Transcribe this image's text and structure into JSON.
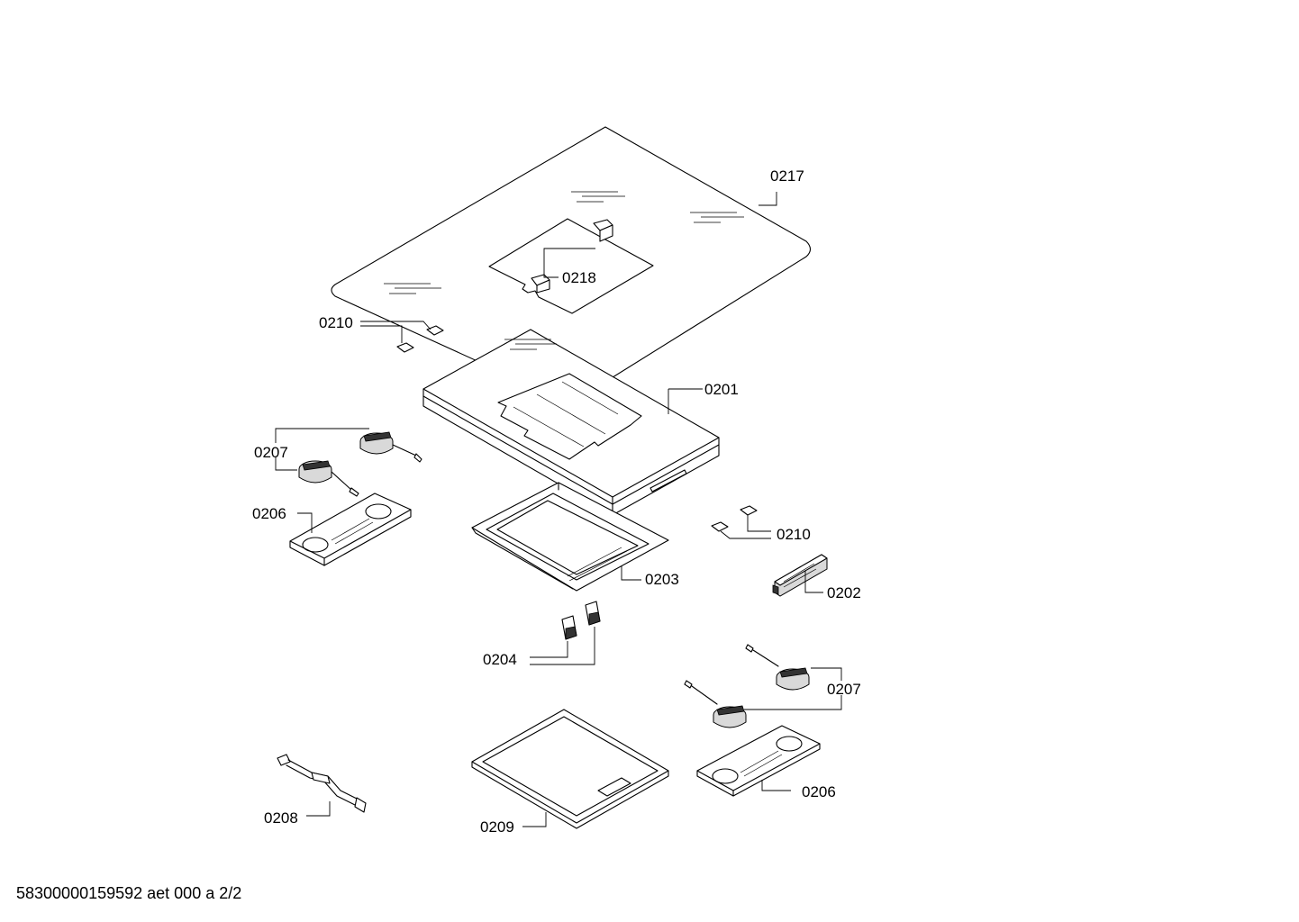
{
  "labels": {
    "p0217": "0217",
    "p0218": "0218",
    "p0210_top": "0210",
    "p0201": "0201",
    "p0207_left": "0207",
    "p0206_left": "0206",
    "p0210_right": "0210",
    "p0202": "0202",
    "p0203": "0203",
    "p0204": "0204",
    "p0207_right": "0207",
    "p0208": "0208",
    "p0209": "0209",
    "p0206_right": "0206"
  },
  "footer": "58300000159592 aet 000 a 2/2"
}
